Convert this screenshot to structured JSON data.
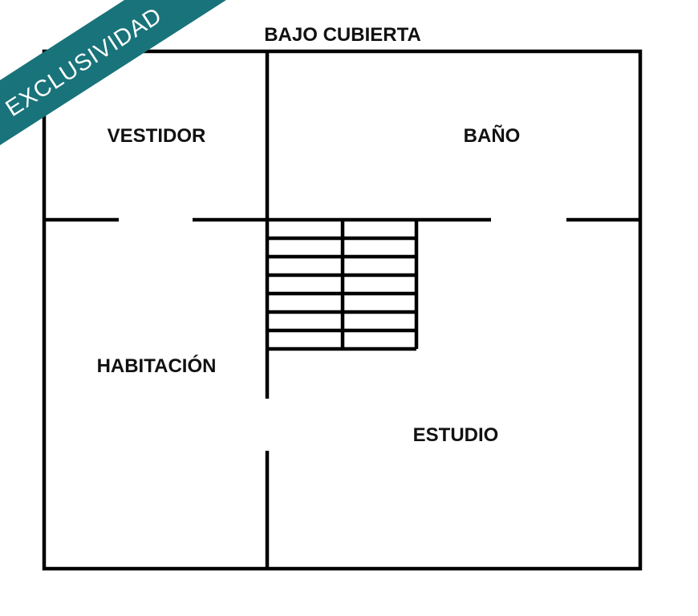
{
  "title": "BAJO CUBIERTA",
  "banner": {
    "text": "EXCLUSIVIDAD",
    "color": "#19737a"
  },
  "rooms": [
    {
      "id": "vestidor",
      "label": "VESTIDOR"
    },
    {
      "id": "bano",
      "label": "BAÑO"
    },
    {
      "id": "habitacion",
      "label": "HABITACIÓN"
    },
    {
      "id": "estudio",
      "label": "ESTUDIO"
    }
  ],
  "stairs": {
    "steps": 7,
    "columns": 2
  }
}
